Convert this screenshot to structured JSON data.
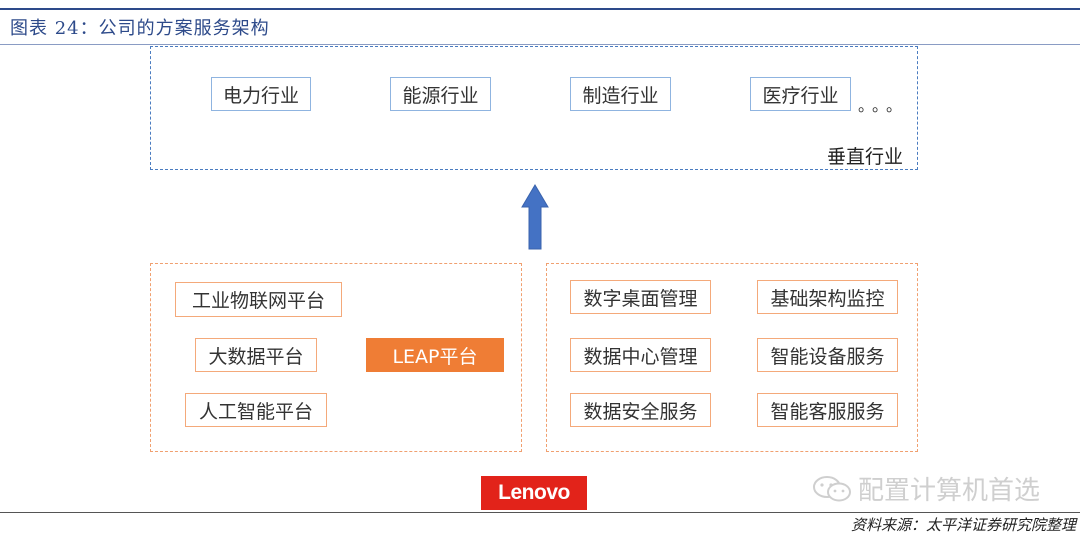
{
  "figure_title": "图表 24：公司的方案服务架构",
  "vertical_group": {
    "label": "垂直行业",
    "items": [
      "电力行业",
      "能源行业",
      "制造行业",
      "医疗行业"
    ],
    "ellipsis": "。。。"
  },
  "left_group": {
    "items": [
      "工业物联网平台",
      "大数据平台",
      "人工智能平台"
    ],
    "center_item": "LEAP平台"
  },
  "right_group": {
    "items": [
      "数字桌面管理",
      "基础架构监控",
      "数据中心管理",
      "智能设备服务",
      "数据安全服务",
      "智能客服服务"
    ]
  },
  "logo": "Lenovo",
  "watermark": "配置计算机首选",
  "source": "资料来源：太平洋证券研究院整理",
  "colors": {
    "title_blue": "#2d4a8a",
    "blue_dash": "#4a7cc0",
    "orange_dash": "#f0a070",
    "leap_orange": "#ef7d35",
    "arrow_blue": "#4472c4",
    "lenovo_red": "#e2231a"
  }
}
